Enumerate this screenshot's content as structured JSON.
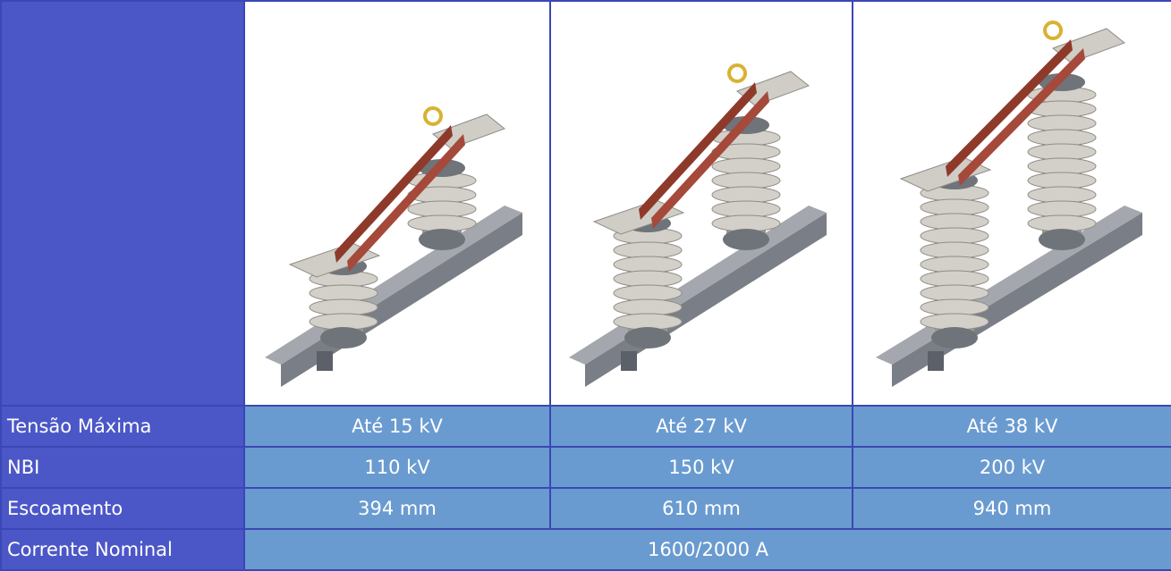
{
  "colors": {
    "header_blue": "#4c57c7",
    "value_blue": "#6a9bd0",
    "border": "#3b47b4",
    "insulator": "#d2d0c8",
    "busbar": "#8e3a2a",
    "base": "#7a7e86"
  },
  "images": [
    {
      "icon": "disconnect-switch-15kv-icon",
      "sheds": 4
    },
    {
      "icon": "disconnect-switch-27kv-icon",
      "sheds": 7
    },
    {
      "icon": "disconnect-switch-38kv-icon",
      "sheds": 10
    }
  ],
  "rows": [
    {
      "label": "Tensão Máxima",
      "values": [
        "Até 15 kV",
        "Até 27 kV",
        "Até 38 kV"
      ]
    },
    {
      "label": "NBI",
      "values": [
        "110 kV",
        "150 kV",
        "200 kV"
      ]
    },
    {
      "label": "Escoamento",
      "values": [
        "394 mm",
        "610 mm",
        "940 mm"
      ]
    }
  ],
  "merged_row": {
    "label": "Corrente Nominal",
    "value": "1600/2000 A"
  }
}
